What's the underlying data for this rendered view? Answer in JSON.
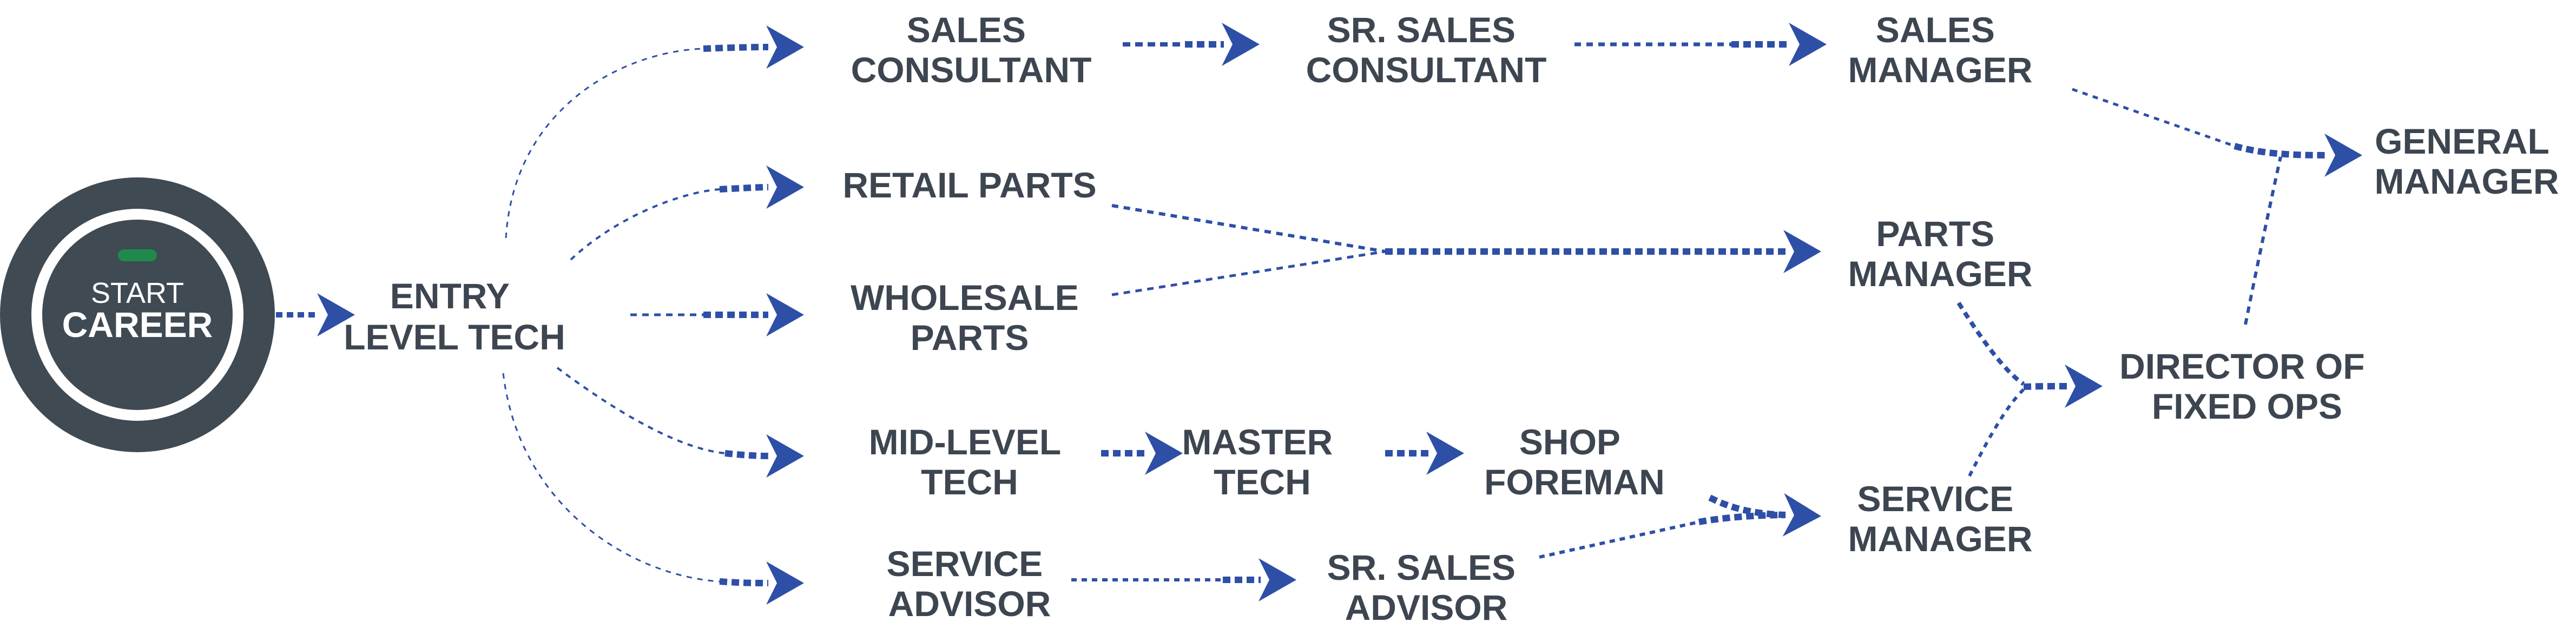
{
  "start_button": {
    "line1": "START",
    "line2": "CAREER",
    "colors": {
      "ring": "#3f4a53",
      "face": "#3f4a53",
      "inner_ring": "#ffffff",
      "led": "#1f8a4c",
      "text": "#ffffff"
    }
  },
  "colors": {
    "arrow": "#2e4fa6",
    "text": "#3d4650",
    "background": "#ffffff"
  },
  "nodes": {
    "entry_level_tech": [
      "ENTRY",
      "LEVEL TECH"
    ],
    "sales_consultant": [
      "SALES",
      "CONSULTANT"
    ],
    "sr_sales_consultant": [
      "SR. SALES",
      "CONSULTANT"
    ],
    "sales_manager": [
      "SALES",
      "MANAGER"
    ],
    "general_manager": [
      "GENERAL",
      "MANAGER"
    ],
    "retail_parts": [
      "RETAIL PARTS"
    ],
    "wholesale_parts": [
      "WHOLESALE",
      "PARTS"
    ],
    "parts_manager": [
      "PARTS",
      "MANAGER"
    ],
    "director_of_fixed_ops": [
      "DIRECTOR OF",
      "FIXED OPS"
    ],
    "mid_level_tech": [
      "MID-LEVEL",
      "TECH"
    ],
    "master_tech": [
      "MASTER",
      "TECH"
    ],
    "shop_foreman": [
      "SHOP",
      "FOREMAN"
    ],
    "service_manager": [
      "SERVICE",
      "MANAGER"
    ],
    "service_advisor": [
      "SERVICE",
      "ADVISOR"
    ],
    "sr_sales_advisor": [
      "SR. SALES",
      "ADVISOR"
    ]
  },
  "edges": [
    {
      "from": "start_career",
      "to": "entry_level_tech"
    },
    {
      "from": "entry_level_tech",
      "to": "sales_consultant"
    },
    {
      "from": "entry_level_tech",
      "to": "retail_parts"
    },
    {
      "from": "entry_level_tech",
      "to": "wholesale_parts"
    },
    {
      "from": "entry_level_tech",
      "to": "mid_level_tech"
    },
    {
      "from": "entry_level_tech",
      "to": "service_advisor"
    },
    {
      "from": "sales_consultant",
      "to": "sr_sales_consultant"
    },
    {
      "from": "sr_sales_consultant",
      "to": "sales_manager"
    },
    {
      "from": "sales_manager",
      "to": "general_manager"
    },
    {
      "from": "retail_parts",
      "to": "parts_manager"
    },
    {
      "from": "wholesale_parts",
      "to": "parts_manager"
    },
    {
      "from": "parts_manager",
      "to": "director_of_fixed_ops"
    },
    {
      "from": "service_manager",
      "to": "director_of_fixed_ops"
    },
    {
      "from": "director_of_fixed_ops",
      "to": "general_manager"
    },
    {
      "from": "mid_level_tech",
      "to": "master_tech"
    },
    {
      "from": "master_tech",
      "to": "shop_foreman"
    },
    {
      "from": "shop_foreman",
      "to": "service_manager"
    },
    {
      "from": "service_advisor",
      "to": "sr_sales_advisor"
    },
    {
      "from": "sr_sales_advisor",
      "to": "service_manager"
    }
  ]
}
